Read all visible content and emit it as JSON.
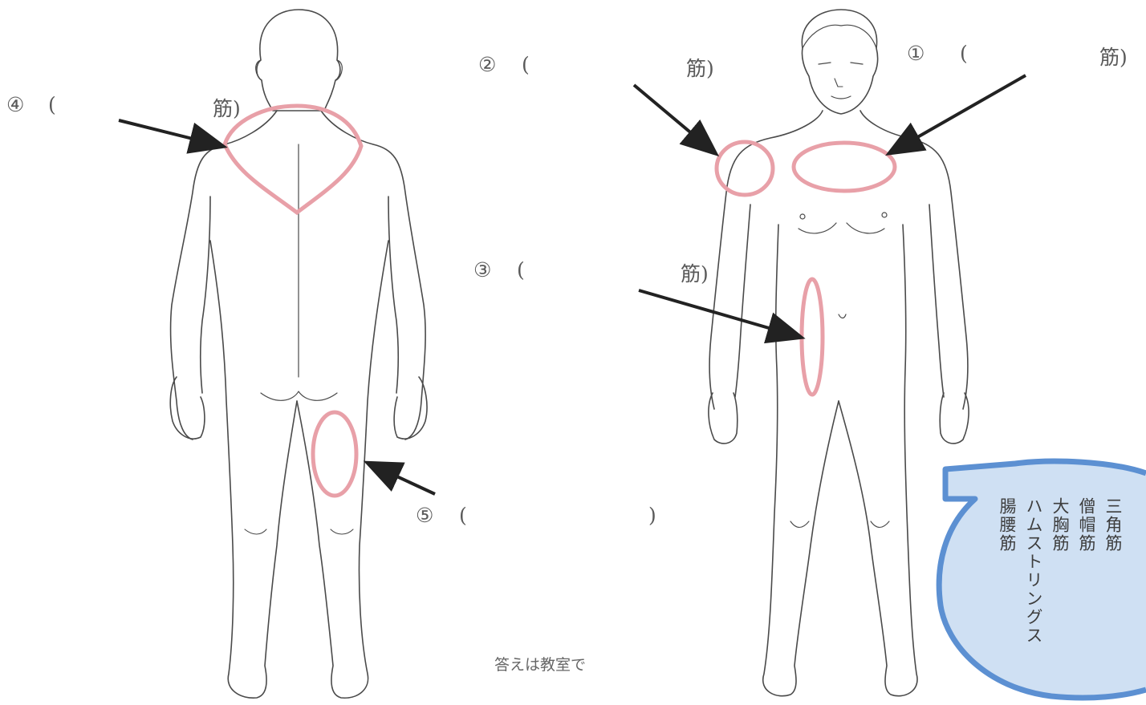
{
  "questions": [
    {
      "num": "①",
      "open": "(",
      "suffix": "筋)"
    },
    {
      "num": "②",
      "open": "(",
      "suffix": "筋)"
    },
    {
      "num": "③",
      "open": "(",
      "suffix": "筋)"
    },
    {
      "num": "④",
      "open": "(",
      "suffix": "筋)"
    },
    {
      "num": "⑤",
      "open": "(",
      "suffix": ")"
    }
  ],
  "answer_choices": [
    "三角筋",
    "僧帽筋",
    "大胸筋",
    "ハムストリングス",
    "腸腰筋"
  ],
  "note": "答えは教室で",
  "colors": {
    "outline": "#4a4a4a",
    "highlight": "#e8a0a8",
    "bubble_fill": "#cfe0f3",
    "bubble_stroke": "#5c90d2",
    "arrow": "#222222"
  }
}
